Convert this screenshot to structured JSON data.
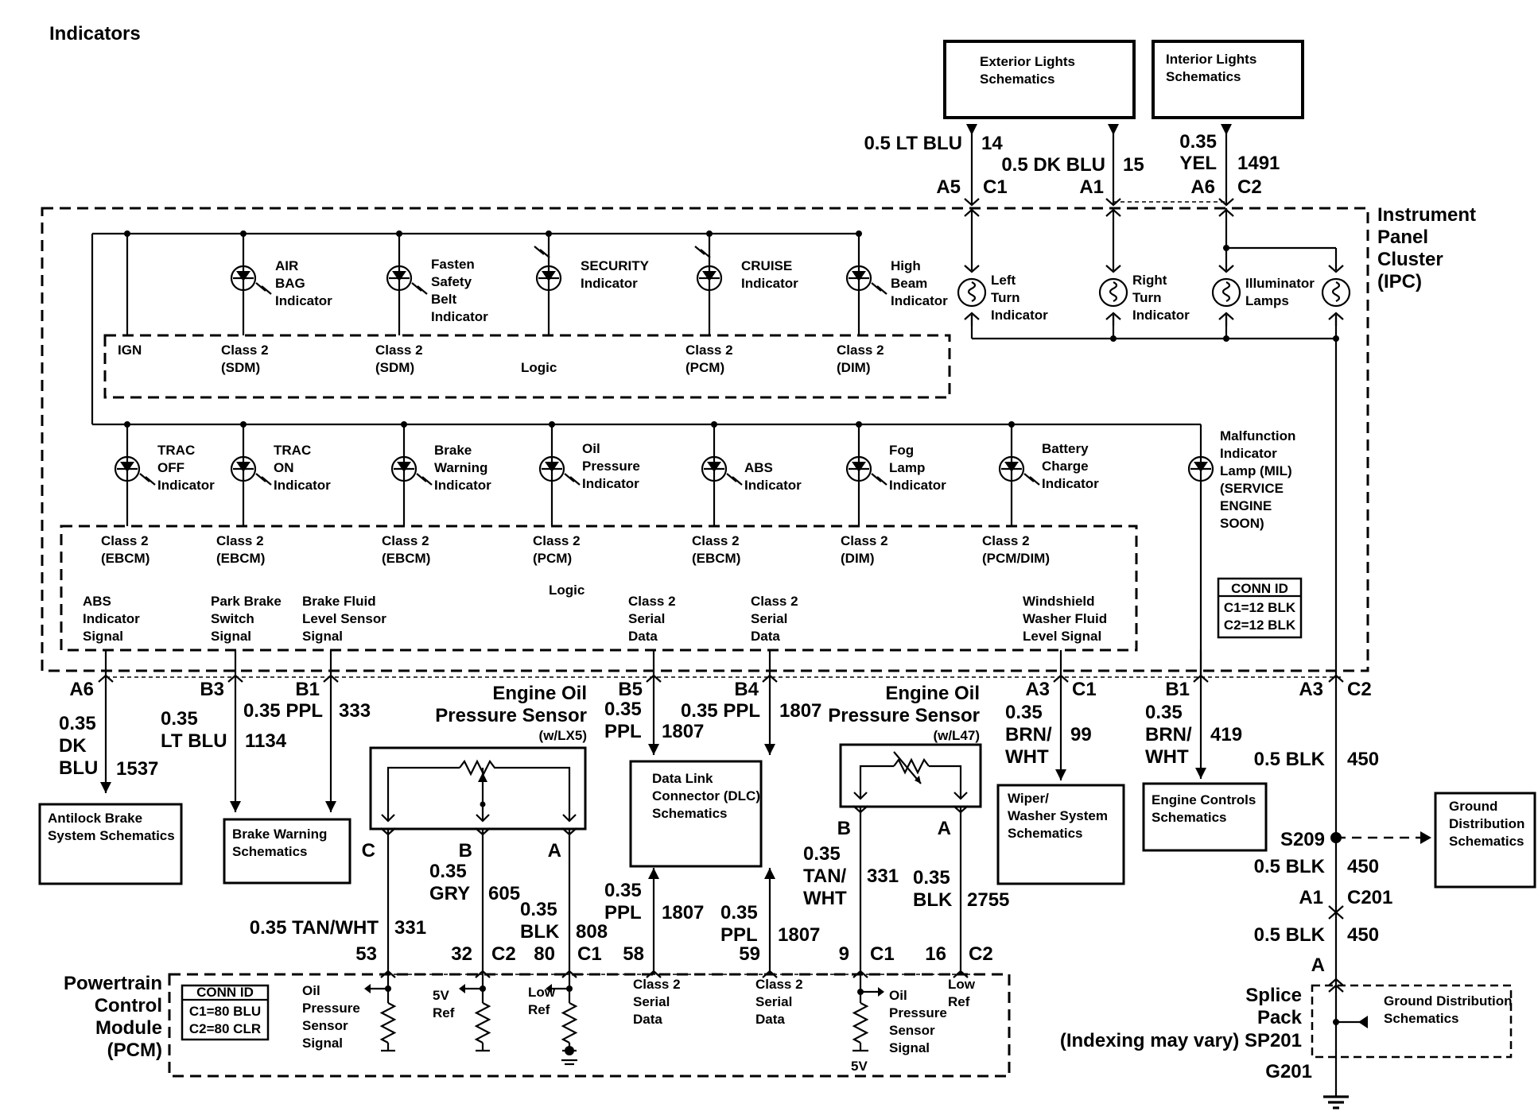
{
  "title": "Indicators",
  "ref_boxes": {
    "exterior": "Exterior Lights|Schematics",
    "interior": "Interior Lights|Schematics",
    "antilock": "Antilock Brake|System Schematics",
    "brake_warning": "Brake Warning|Schematics",
    "dlc": "Data Link|Connector (DLC)|Schematics",
    "wiper": "Wiper/|Washer System|Schematics",
    "engine_controls": "Engine Controls|Schematics",
    "ground_dist": "Ground|Distribution|Schematics",
    "ground_dist2": "Ground Distribution|Schematics"
  },
  "ipc": {
    "label": "Instrument|Panel|Cluster|(IPC)",
    "conn_id": [
      "CONN ID",
      "C1=12 BLK",
      "C2=12 BLK"
    ],
    "upper_logic": "Logic",
    "lower_logic": "Logic",
    "upper_inputs": [
      "IGN",
      "Class 2|(SDM)",
      "Class 2|(SDM)",
      "Logic",
      "Class 2|(PCM)",
      "Class 2|(DIM)"
    ],
    "upper_indicators": [
      "AIR|BAG|Indicator",
      "Fasten|Safety|Belt|Indicator",
      "SECURITY|Indicator",
      "CRUISE|Indicator",
      "High|Beam|Indicator"
    ],
    "lower_indicators": [
      "TRAC|OFF|Indicator",
      "TRAC|ON|Indicator",
      "Brake|Warning|Indicator",
      "Oil|Pressure|Indicator",
      "ABS|Indicator",
      "Fog|Lamp|Indicator",
      "Battery|Charge|Indicator"
    ],
    "lower_inputs": [
      "Class 2|(EBCM)",
      "Class 2|(EBCM)",
      "Class 2|(EBCM)",
      "Class 2|(PCM)",
      "Class 2|(EBCM)",
      "Class 2|(DIM)",
      "Class 2|(PCM/DIM)"
    ],
    "signals": [
      "ABS|Indicator|Signal",
      "Park Brake|Switch|Signal",
      "Brake Fluid|Level Sensor|Signal",
      "Class 2|Serial|Data",
      "Class 2|Serial|Data",
      "Windshield|Washer Fluid|Level Signal"
    ],
    "lamps": [
      "Left|Turn|Indicator",
      "Right|Turn|Indicator",
      "Illuminator|Lamps"
    ],
    "mil": "Malfunction|Indicator|Lamp (MIL)|(SERVICE|ENGINE|SOON)"
  },
  "top_wires": {
    "w14": {
      "wire": "0.5 LT BLU",
      "circuit": "14",
      "pin": "A5",
      "conn": "C1"
    },
    "w15": {
      "wire": "0.5 DK BLU",
      "circuit": "15",
      "pin": "A1"
    },
    "w1491": {
      "wire1": "0.35",
      "wire2": "YEL",
      "circuit": "1491",
      "pin": "A6",
      "conn": "C2"
    }
  },
  "bottom_wires": {
    "abs": {
      "pin": "A6",
      "wire": "0.35|DK|BLU",
      "circuit": "1537"
    },
    "park": {
      "pin": "B3",
      "wire": "0.35|LT BLU",
      "circuit": "1134"
    },
    "fluid": {
      "pin": "B1",
      "wire": "0.35 PPL",
      "circuit": "333"
    },
    "b5": {
      "pin": "B5",
      "wire": "0.35|PPL",
      "circuit": "1807"
    },
    "b4": {
      "pin": "B4",
      "wire": "0.35 PPL",
      "circuit": "1807"
    },
    "washer": {
      "pin": "A3",
      "conn": "C1",
      "wire": "0.35|BRN/|WHT",
      "circuit": "99"
    },
    "mil": {
      "pin": "B1",
      "wire": "0.35|BRN/|WHT",
      "circuit": "419"
    },
    "ground": {
      "pin": "A3",
      "conn": "C2",
      "wire": "0.5 BLK",
      "circuit": "450"
    }
  },
  "sensors": {
    "lx5": {
      "title": "Engine Oil|Pressure Sensor",
      "variant": "(w/LX5)",
      "pins": [
        "C",
        "B",
        "A"
      ]
    },
    "l47": {
      "title": "Engine Oil|Pressure Sensor",
      "variant": "(w/L47)",
      "pins": [
        "B",
        "A"
      ]
    }
  },
  "pcm_wires": {
    "w331a": {
      "wire": "0.35 TAN/WHT",
      "circuit": "331",
      "pin": "53"
    },
    "w605": {
      "wire": "0.35|GRY",
      "circuit": "605",
      "pin": "32",
      "conn": "C2"
    },
    "w808": {
      "wire": "0.35|BLK",
      "circuit": "808",
      "pin": "80",
      "conn": "C1"
    },
    "w1807a": {
      "wire": "0.35|PPL",
      "circuit": "1807",
      "pin": "58"
    },
    "w1807b": {
      "wire": "0.35|PPL",
      "circuit": "1807",
      "pin": "59"
    },
    "w331b": {
      "wire": "0.35|TAN/|WHT",
      "circuit": "331",
      "pin": "9",
      "conn": "C1"
    },
    "w2755": {
      "wire": "0.35|BLK",
      "circuit": "2755",
      "pin": "16",
      "conn": "C2"
    }
  },
  "pcm": {
    "label": "Powertrain|Control|Module|(PCM)",
    "conn_id": [
      "CONN ID",
      "C1=80 BLU",
      "C2=80 CLR"
    ],
    "internals": [
      "Oil|Pressure|Sensor|Signal",
      "5V|Ref",
      "Low|Ref",
      "Class 2|Serial|Data",
      "Class 2|Serial|Data",
      "Oil|Pressure|Sensor|Signal",
      "Low|Ref"
    ],
    "five_v": "5V"
  },
  "ground_path": {
    "s209": "S209",
    "w450a": {
      "wire": "0.5 BLK",
      "circuit": "450"
    },
    "c201": {
      "pin": "A1",
      "conn": "C201"
    },
    "w450b": {
      "wire": "0.5 BLK",
      "circuit": "450"
    },
    "a": "A",
    "splice": "Splice|Pack",
    "sp201": "(Indexing may vary) SP201",
    "g201": "G201"
  }
}
